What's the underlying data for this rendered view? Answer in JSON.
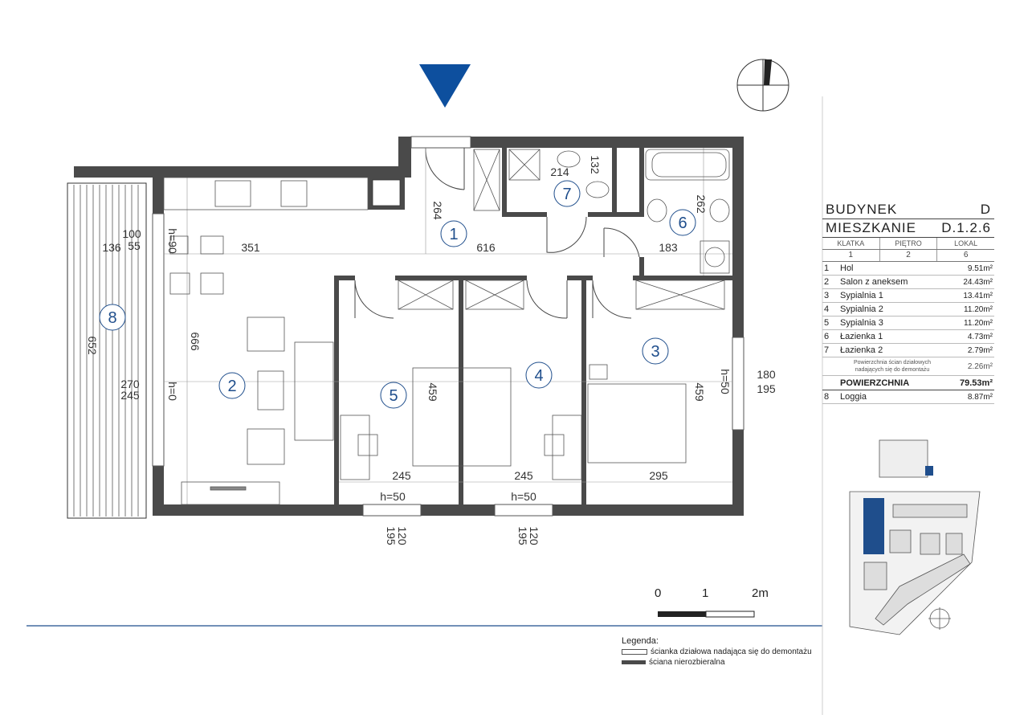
{
  "rooms": [
    {
      "num": "1"
    },
    {
      "num": "2"
    },
    {
      "num": "3"
    },
    {
      "num": "4"
    },
    {
      "num": "5"
    },
    {
      "num": "6"
    },
    {
      "num": "7"
    },
    {
      "num": "8"
    }
  ],
  "dims": {
    "d264": "264",
    "d616": "616",
    "d351": "351",
    "d100": "100",
    "d136": "136",
    "d55": "55",
    "h90": "h=90",
    "d666": "666",
    "d652": "652",
    "d270": "270",
    "d245a": "245",
    "h0": "h=0",
    "d214": "214",
    "d132": "132",
    "d262": "262",
    "d183": "183",
    "d459a": "459",
    "d459b": "459",
    "h50r": "h=50",
    "d180": "180",
    "d195r": "195",
    "d245b": "245",
    "d245c": "245",
    "d295": "295",
    "h50a": "h=50",
    "h50b": "h=50",
    "d120a": "120",
    "d195a": "195",
    "d120b": "120",
    "d195b": "195"
  },
  "info": {
    "budynek_label": "BUDYNEK",
    "budynek_value": "D",
    "mieszkanie_label": "MIESZKANIE",
    "mieszkanie_value": "D.1.2.6",
    "klatka_label": "KLATKA",
    "pietro_label": "PIĘTRO",
    "lokal_label": "LOKAL",
    "klatka": "1",
    "pietro": "2",
    "lokal": "6",
    "rooms": [
      {
        "n": "1",
        "name": "Hol",
        "area": "9.51m²"
      },
      {
        "n": "2",
        "name": "Salon z aneksem",
        "area": "24.43m²"
      },
      {
        "n": "3",
        "name": "Sypialnia 1",
        "area": "13.41m²"
      },
      {
        "n": "4",
        "name": "Sypialnia 2",
        "area": "11.20m²"
      },
      {
        "n": "5",
        "name": "Sypialnia 3",
        "area": "11.20m²"
      },
      {
        "n": "6",
        "name": "Łazienka 1",
        "area": "4.73m²"
      },
      {
        "n": "7",
        "name": "Łazienka 2",
        "area": "2.79m²"
      }
    ],
    "note": "Powierzchnia ścian działowych nadających się do demontażu",
    "note_area": "2.26m²",
    "total_label": "POWIERZCHNIA",
    "total_area": "79.53m²",
    "loggia_n": "8",
    "loggia_name": "Loggia",
    "loggia_area": "8.87m²"
  },
  "legend": {
    "title": "Legenda:",
    "item1": "ścianka działowa nadająca się do demontażu",
    "item2": "ściana nierozbieralna"
  },
  "scale": {
    "s0": "0",
    "s1": "1",
    "s2": "2m"
  },
  "colors": {
    "wall": "#4a4a4a",
    "accent": "#1f4e8c",
    "arrow": "#0d4f9e"
  }
}
